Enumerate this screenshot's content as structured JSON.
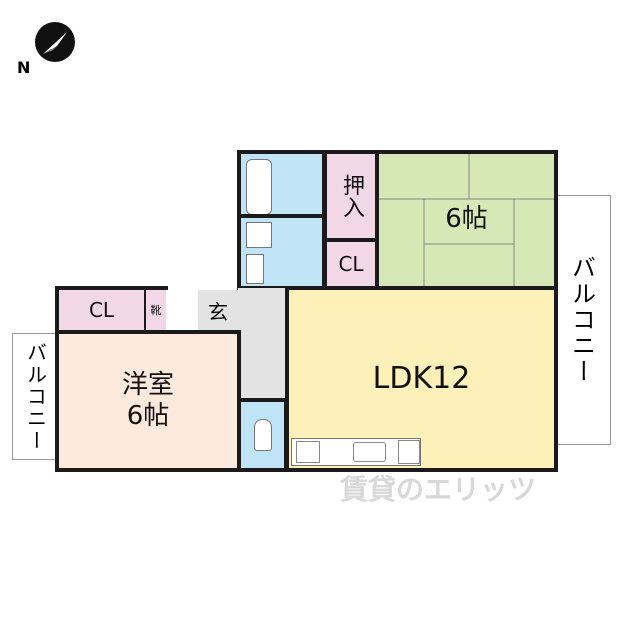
{
  "compass": {
    "label": "N",
    "icon": "north-arrow-icon"
  },
  "rooms": {
    "washitsu": {
      "label": "6帖",
      "color": "#d6e8b6"
    },
    "oshiire": {
      "label": "押入",
      "color": "#f2d7e7"
    },
    "cl_upper": {
      "label": "CL",
      "color": "#f2d7e7"
    },
    "ldk": {
      "label": "LDK12",
      "color": "#fdf1b9"
    },
    "youshitsu": {
      "label_line1": "洋室",
      "label_line2": "6帖",
      "color": "#fdeadd"
    },
    "cl_left": {
      "label": "CL",
      "color": "#f2d7e7"
    },
    "shoe": {
      "label": "靴",
      "color": "#f2d7e7"
    },
    "genkan": {
      "label": "玄",
      "color": "#e3e3e3"
    },
    "bath": {
      "color": "#bfe4f6"
    },
    "washroom": {
      "color": "#bfe4f6"
    },
    "toilet": {
      "color": "#bfe4f6"
    },
    "hall": {
      "color": "#e3e3e3"
    }
  },
  "balcony_right": {
    "label": "バルコニー"
  },
  "balcony_left": {
    "label": "バルコニー"
  },
  "watermark": "賃貸のエリッツ"
}
